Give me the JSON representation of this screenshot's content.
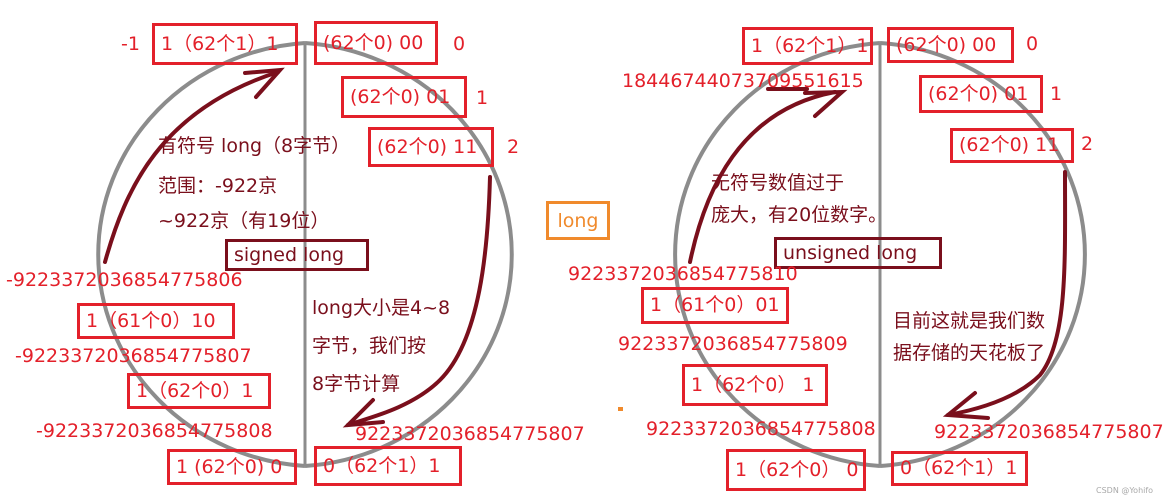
{
  "signed": {
    "title_box": "signed   long",
    "notes": {
      "line1": "有符号 long（8字节）",
      "line2": "范围：-922京",
      "line3": "~922京（有19位）"
    },
    "side_note": {
      "line1": "long大小是4~8",
      "line2": "字节，我们按",
      "line3": "8字节计算"
    },
    "boxes": [
      {
        "id": "top-left",
        "bits": "1（62个1）1",
        "value": "-1"
      },
      {
        "id": "top-right",
        "bits": "(62个0) 00",
        "value": "0"
      },
      {
        "id": "r1",
        "bits": "(62个0) 01",
        "value": "1"
      },
      {
        "id": "r2",
        "bits": "(62个0) 11",
        "value": "2"
      },
      {
        "id": "l1",
        "bits": "1（61个0）10",
        "value": "-9223372036854775806"
      },
      {
        "id": "l2",
        "bits": "1（62个0）1",
        "value": "-9223372036854775807"
      },
      {
        "id": "bottom-left",
        "bits": "1 (62个0) 0",
        "value": "-9223372036854775808"
      },
      {
        "id": "bottom-right",
        "bits": "0（62个1）1",
        "value": "9223372036854775807"
      }
    ]
  },
  "center_label": "long",
  "unsigned": {
    "title_box": "unsigned   long",
    "notes": {
      "line1": "无符号数值过于",
      "line2": "庞大，有20位数字。"
    },
    "side_note": {
      "line1": "目前这就是我们数",
      "line2": "据存储的天花板了"
    },
    "boxes": [
      {
        "id": "top-left",
        "bits": "1（62个1）1",
        "value": "18446744073709551615"
      },
      {
        "id": "top-right",
        "bits": "(62个0) 00",
        "value": "0"
      },
      {
        "id": "r1",
        "bits": "(62个0) 01",
        "value": "1"
      },
      {
        "id": "r2",
        "bits": "(62个0) 11",
        "value": "2"
      },
      {
        "id": "l1",
        "bits": "1（61个0）01",
        "value": "9223372036854775810"
      },
      {
        "id": "l2",
        "bits": "1（62个0）  1",
        "value": "9223372036854775809"
      },
      {
        "id": "bottom-left",
        "bits": "1（62个0）  0",
        "value": "9223372036854775808"
      },
      {
        "id": "bottom-right",
        "bits": "0（62个1）1",
        "value": "9223372036854775807"
      }
    ]
  },
  "watermark": "CSDN @Yohifo",
  "colors": {
    "box_red": "#e3202a",
    "arrow_dark_red": "#7a0f1c",
    "circle_gray": "#8c8c8c",
    "accent_orange": "#f08a2c"
  }
}
